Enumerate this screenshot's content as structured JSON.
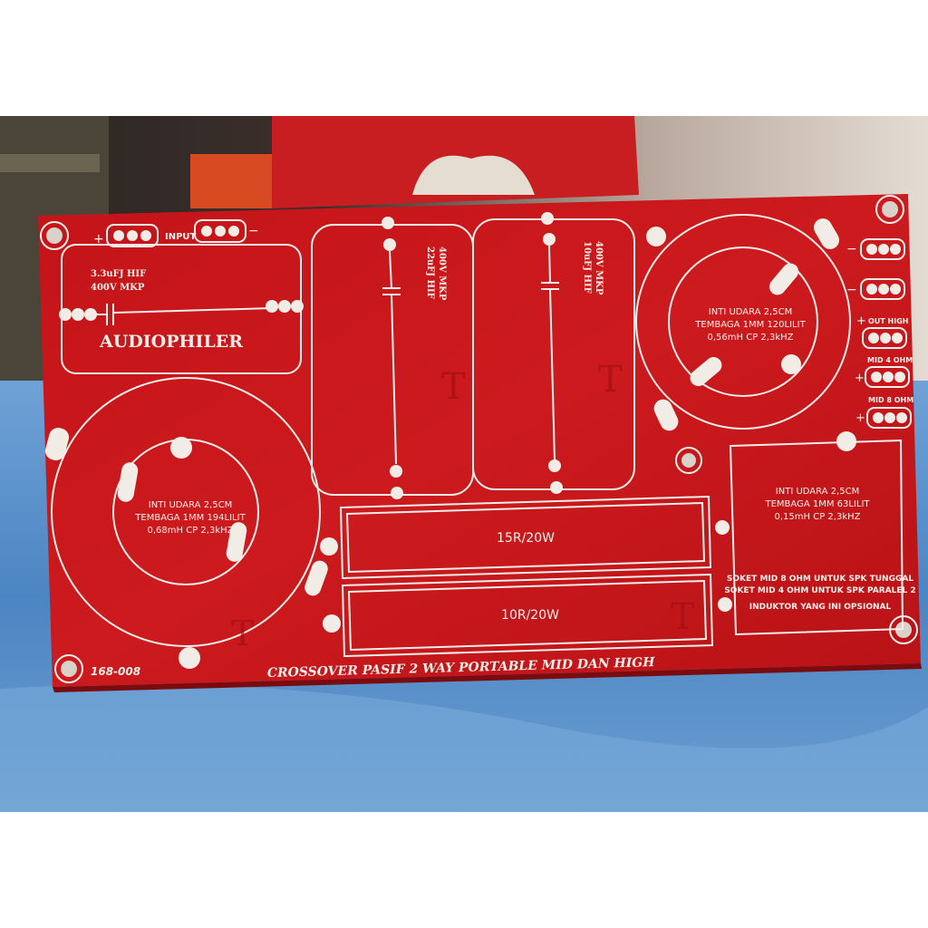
{
  "pcb": {
    "brand": "AUDIOPHILER",
    "title": "CROSSOVER PASIF 2 WAY PORTABLE MID DAN HIGH",
    "part_number": "168-008",
    "input_label": "INPUT",
    "input_plus": "+",
    "input_minus": "−",
    "cap1_line1": "3.3uFJ HIF",
    "cap1_line2": "400V MKP",
    "cap2_line1": "22uFJ HIF",
    "cap2_line2": "400V MKP",
    "cap3_line1": "10uFJ HIF",
    "cap3_line2": "400V MKP",
    "coil_left": [
      "INTI UDARA 2,5CM",
      "TEMBAGA 1MM 194LILIT",
      "0,68mH CP 2,3kHZ"
    ],
    "coil_right_top": [
      "INTI UDARA 2,5CM",
      "TEMBAGA 1MM 120LILIT",
      "0,56mH CP 2,3kHZ"
    ],
    "coil_right_box": [
      "INTI UDARA 2,5CM",
      "TEMBAGA 1MM 63LILIT",
      "0,15mH CP 2,3kHZ"
    ],
    "resistor1": "15R/20W",
    "resistor2": "10R/20W",
    "out_high": "OUT HIGH",
    "mid4": "MID 4 OHM",
    "mid8": "MID 8 OHM",
    "note1": "SOKET MID 8 OHM UNTUK SPK  TUNGGAL",
    "note2": "SOKET MID 4 OHM UNTUK SPK  PARALEL 2",
    "note3": "INDUKTOR YANG INI OPSIONAL",
    "plus": "+",
    "minus": "−",
    "watermark": "T"
  },
  "colors": {
    "board": "#c8161b",
    "silkscreen": "#f3eee9",
    "background_top": "#3a2f2a",
    "cloth": "#4f86c4"
  }
}
